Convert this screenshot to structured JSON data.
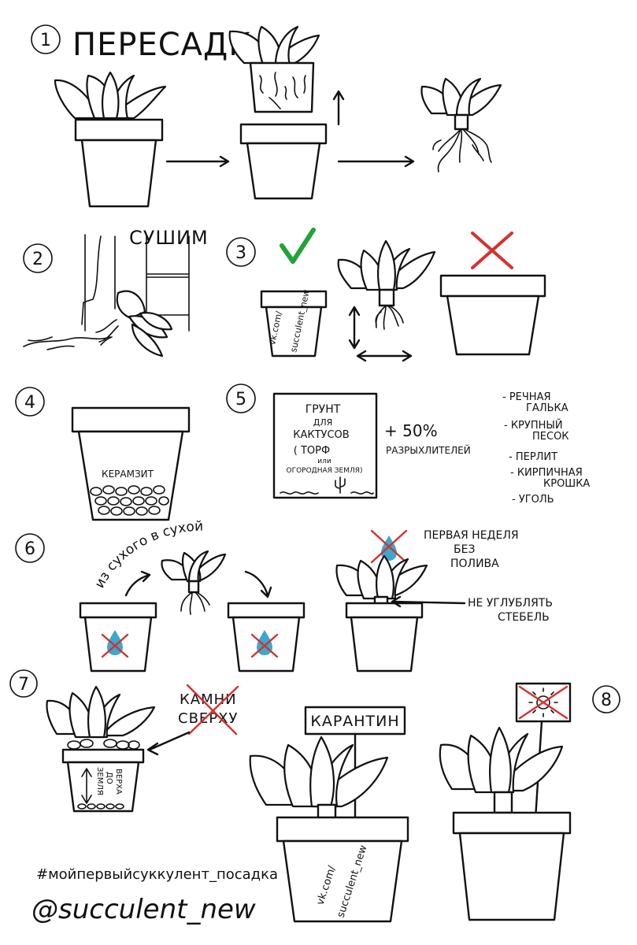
{
  "steps": {
    "s1": "1",
    "s2": "2",
    "s3": "3",
    "s4": "4",
    "s5": "5",
    "s6": "6",
    "s7": "7",
    "s8": "8"
  },
  "title": "ПЕРЕСАДКА",
  "step2": {
    "label": "СУШИМ"
  },
  "step3": {
    "pot_text_1": "vk.com/",
    "pot_text_2": "succulent_new"
  },
  "step4": {
    "label": "КЕРАМЗИТ"
  },
  "step5": {
    "bag_line1": "ГРУНТ",
    "bag_line2": "ДЛЯ",
    "bag_line3": "КАКТУСОВ",
    "bag_line4": "( ТОРФ",
    "bag_line5": "или",
    "bag_line6": "ОГОРОДНАЯ ЗЕМЛЯ)",
    "plus": "+ 50%",
    "additive_label": "РАЗРЫХЛИТЕЛЕЙ",
    "list": [
      [
        "- РЕЧНАЯ",
        "ГАЛЬКА"
      ],
      [
        "- КРУПНЫЙ",
        "ПЕСОК"
      ],
      [
        "- ПЕРЛИТ"
      ],
      [
        "- КИРПИЧНАЯ",
        "КРОШКА"
      ],
      [
        "- УГОЛЬ"
      ]
    ]
  },
  "step6": {
    "arc_text": "из сухого в сухой",
    "note1_line1": "ПЕРВАЯ НЕДЕЛЯ",
    "note1_line2": "БЕЗ",
    "note1_line3": "ПОЛИВА",
    "note2_line1": "НЕ УГЛУБЛЯТЬ",
    "note2_line2": "СТЕБЕЛЬ"
  },
  "step7": {
    "crossed_line1": "КАМНИ",
    "crossed_line2": "СВЕРХУ",
    "pot_text_1": "ЗЕМЛЯ",
    "pot_text_2": "ДО",
    "pot_text_3": "ВЕРХА"
  },
  "step8": {
    "sign": "КАРАНТИН",
    "pot_text_1": "vk.com/",
    "pot_text_2": "succulent_new"
  },
  "hashtag": "#мойпервыйсуккулент_посадка",
  "handle": "@succulent_new",
  "colors": {
    "ink": "#111111",
    "cross": "#d7302e",
    "check": "#22a33a",
    "water": "#39a9cf"
  }
}
